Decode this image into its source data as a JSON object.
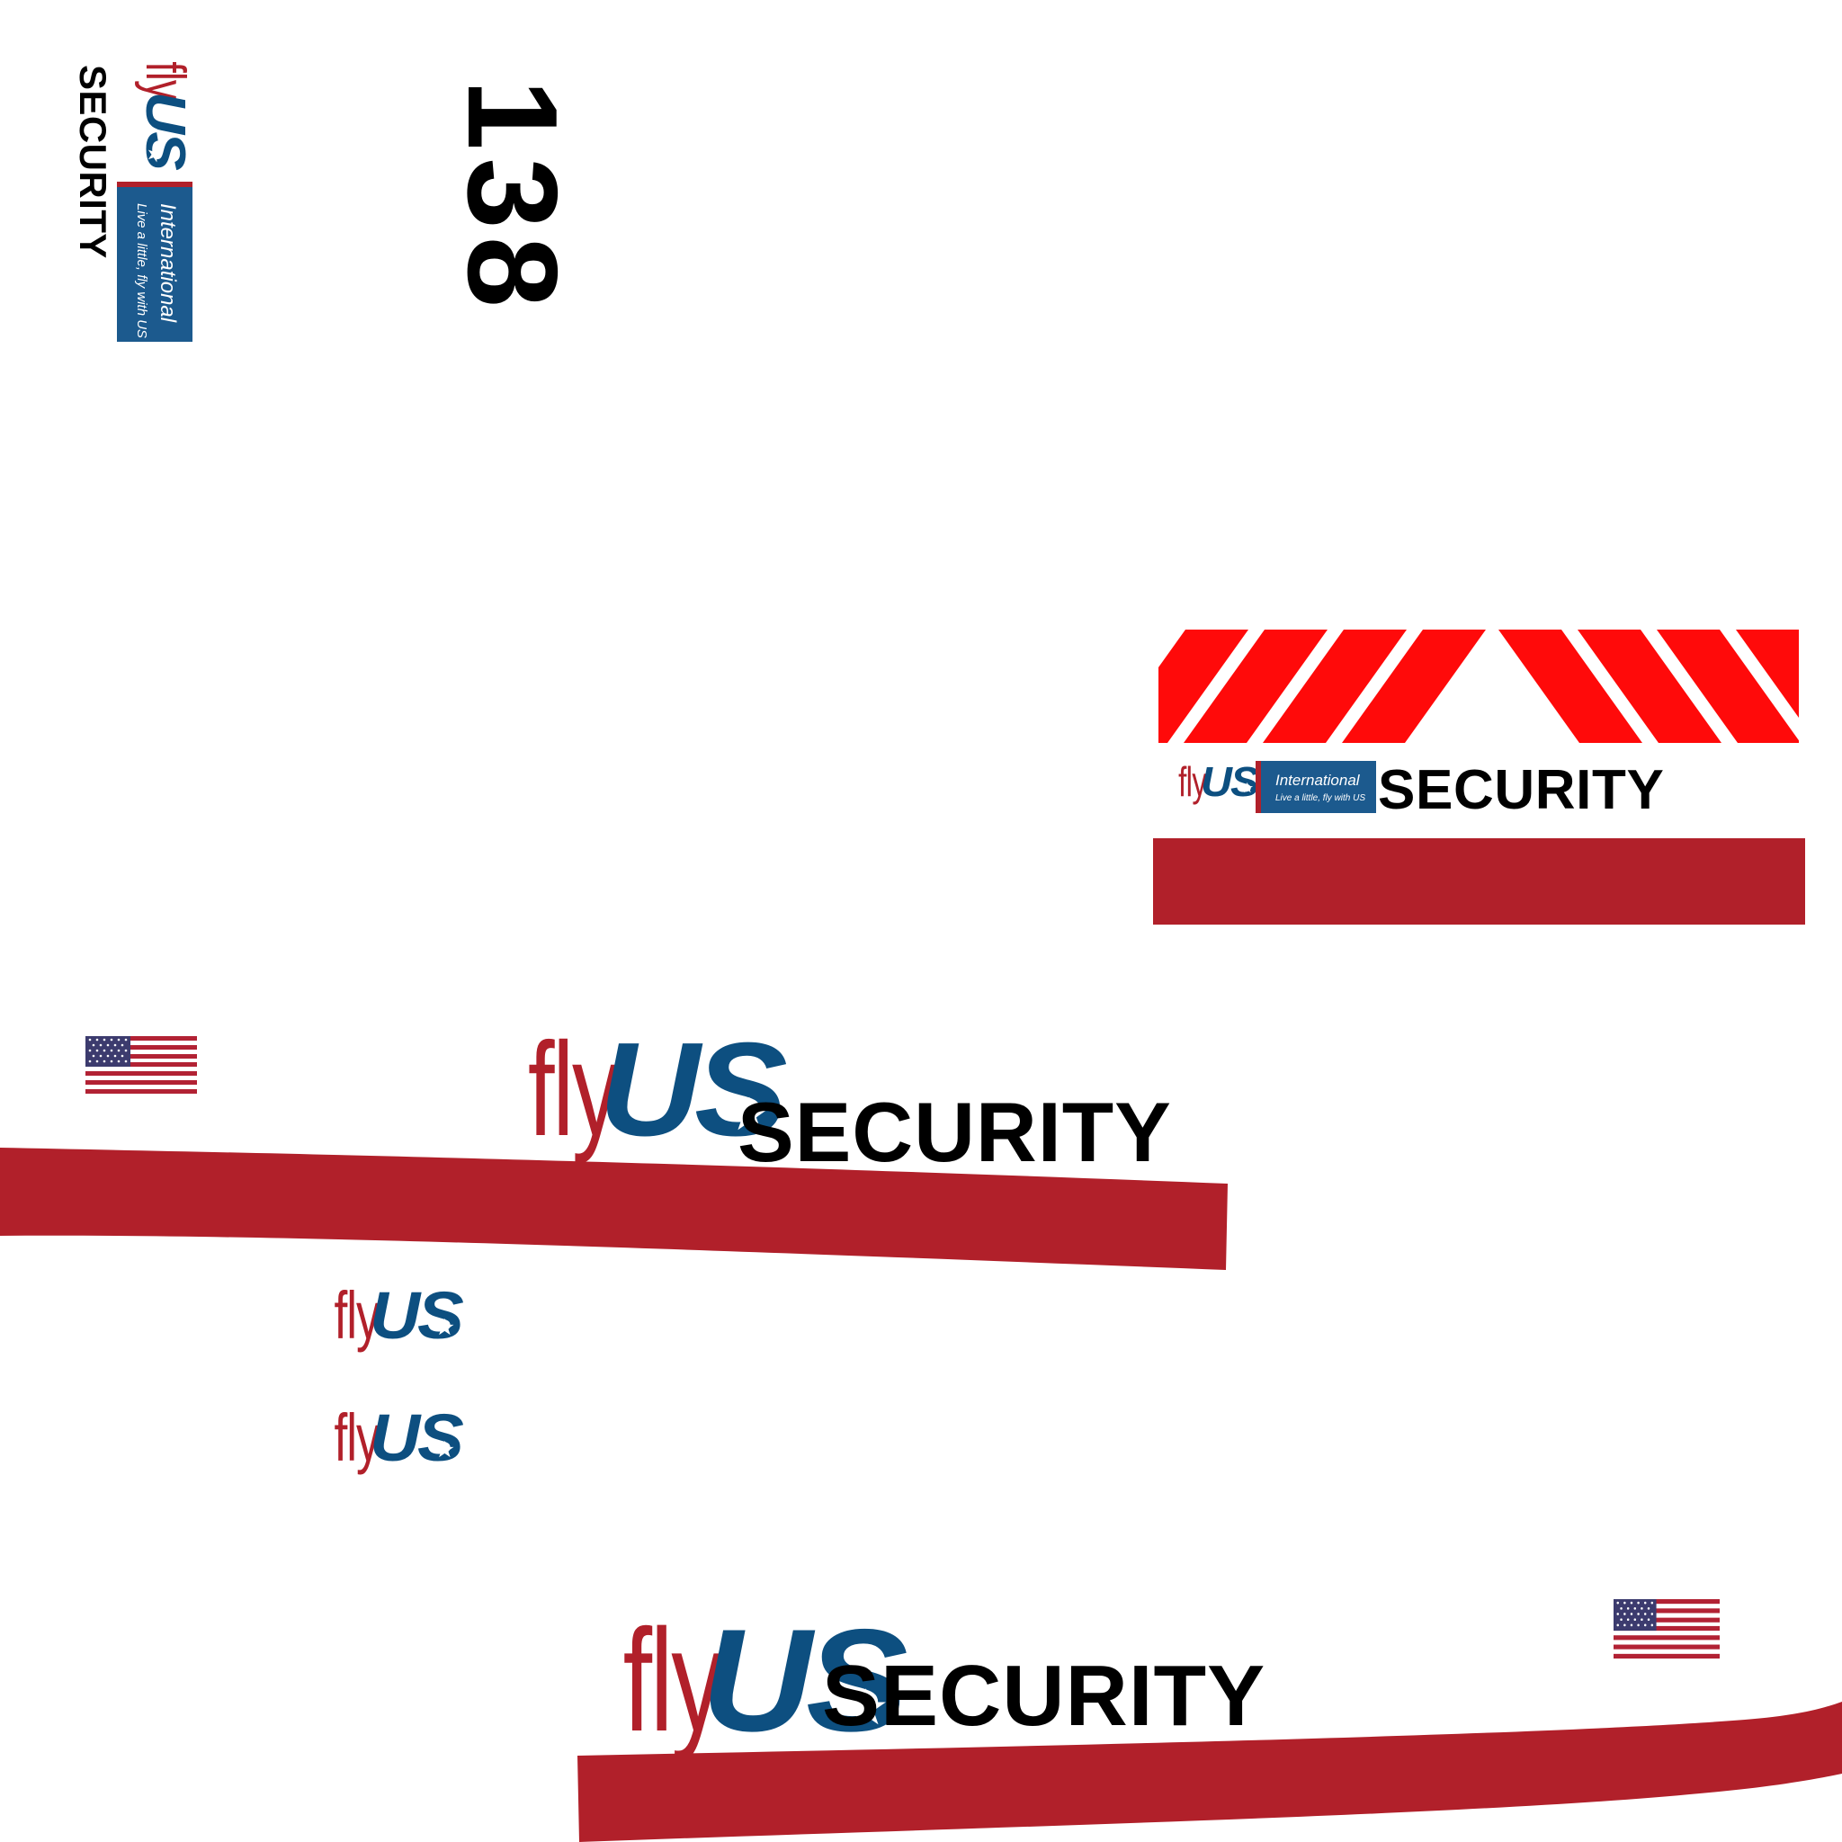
{
  "brand": {
    "fly": "fly",
    "us": "US",
    "international": "International",
    "tagline": "Live a little, fly with US",
    "security": "SECURITY"
  },
  "side_panel": {
    "number": "138"
  },
  "colors": {
    "brand_red": "#b1202a",
    "brand_blue": "#0d4f80",
    "badge_blue": "#1c5a8e",
    "hazard_red": "#ff0a0a",
    "text_black": "#000000"
  },
  "icons": [
    "us-flag-icon",
    "star-icon",
    "hazard-chevron-stripes"
  ]
}
